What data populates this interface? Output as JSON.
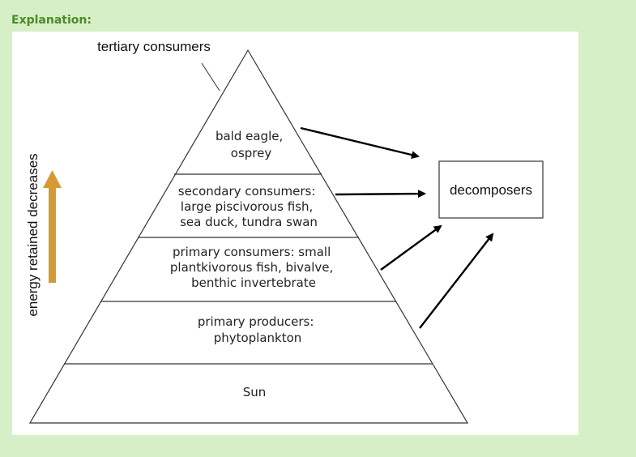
{
  "header": {
    "title": "Explanation:"
  },
  "diagram": {
    "apex_label": "tertiary consumers",
    "levels": [
      {
        "lines": [
          "bald eagle,",
          "osprey"
        ]
      },
      {
        "lines": [
          "secondary consumers:",
          "large piscivorous fish,",
          "sea duck, tundra swan"
        ]
      },
      {
        "lines": [
          "primary consumers: small",
          "plantkivorous fish, bivalve,",
          "benthic invertebrate"
        ]
      },
      {
        "lines": [
          "primary producers:",
          "phytoplankton"
        ]
      },
      {
        "lines": [
          "Sun"
        ]
      }
    ],
    "decomposers_label": "decomposers",
    "energy_label": "energy retained decreases",
    "colors": {
      "energy_arrow": "#d69a33",
      "lines": "#000000",
      "background": "#d7efc6",
      "title": "#4a8a2a"
    }
  }
}
